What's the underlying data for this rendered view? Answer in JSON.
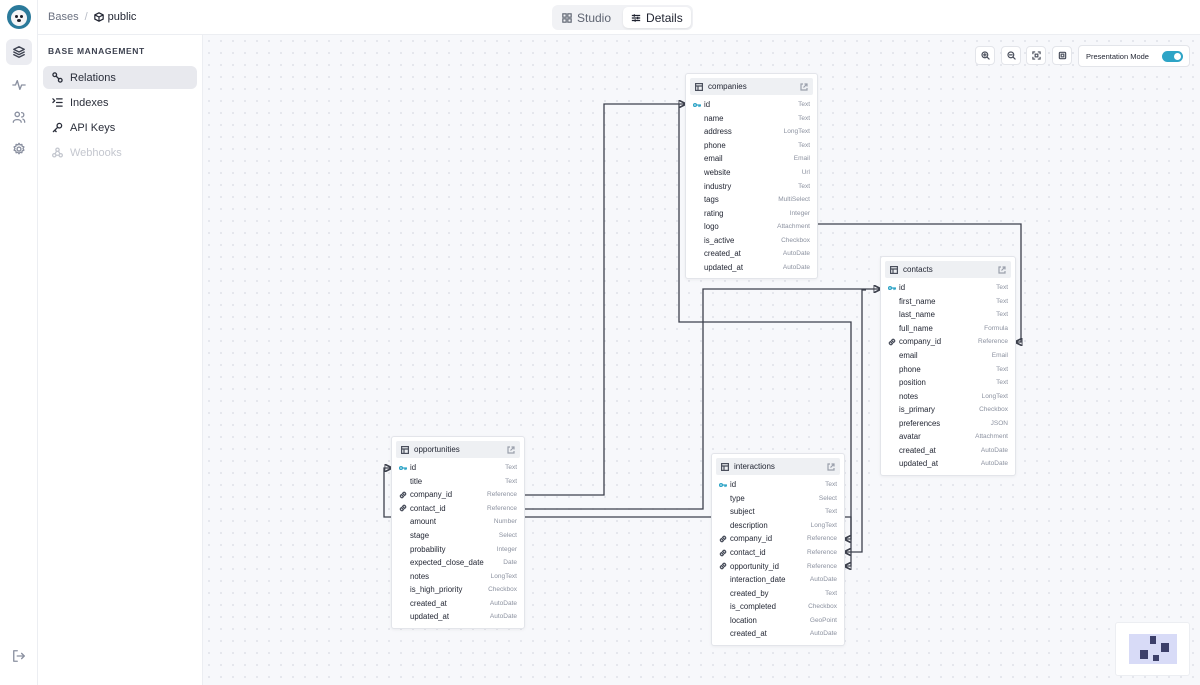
{
  "breadcrumb": {
    "root": "Bases",
    "current": "public"
  },
  "view_toggle": {
    "studio": "Studio",
    "details": "Details",
    "active": "details"
  },
  "sidebar": {
    "section_title": "BASE MANAGEMENT",
    "items": [
      {
        "label": "Relations",
        "icon": "relations-icon",
        "active": true,
        "disabled": false
      },
      {
        "label": "Indexes",
        "icon": "indexes-icon",
        "active": false,
        "disabled": false
      },
      {
        "label": "API Keys",
        "icon": "key-icon",
        "active": false,
        "disabled": false
      },
      {
        "label": "Webhooks",
        "icon": "webhooks-icon",
        "active": false,
        "disabled": true
      }
    ]
  },
  "rail": {
    "items": [
      "layers-icon",
      "activity-icon",
      "users-icon",
      "settings-icon"
    ],
    "bottom": "logout-icon"
  },
  "canvas": {
    "controls": [
      "zoom-in-icon",
      "zoom-out-icon",
      "fit-view-icon",
      "screenshot-icon"
    ],
    "presentation_mode": {
      "label": "Presentation Mode",
      "enabled": true
    }
  },
  "tables": [
    {
      "id": "companies",
      "name": "companies",
      "fields": [
        {
          "name": "id",
          "type": "Text",
          "icon": "key"
        },
        {
          "name": "name",
          "type": "Text"
        },
        {
          "name": "address",
          "type": "LongText"
        },
        {
          "name": "phone",
          "type": "Text"
        },
        {
          "name": "email",
          "type": "Email"
        },
        {
          "name": "website",
          "type": "Url"
        },
        {
          "name": "industry",
          "type": "Text"
        },
        {
          "name": "tags",
          "type": "MultiSelect"
        },
        {
          "name": "rating",
          "type": "Integer"
        },
        {
          "name": "logo",
          "type": "Attachment"
        },
        {
          "name": "is_active",
          "type": "Checkbox"
        },
        {
          "name": "created_at",
          "type": "AutoDate"
        },
        {
          "name": "updated_at",
          "type": "AutoDate"
        }
      ]
    },
    {
      "id": "contacts",
      "name": "contacts",
      "fields": [
        {
          "name": "id",
          "type": "Text",
          "icon": "key"
        },
        {
          "name": "first_name",
          "type": "Text"
        },
        {
          "name": "last_name",
          "type": "Text"
        },
        {
          "name": "full_name",
          "type": "Formula"
        },
        {
          "name": "company_id",
          "type": "Reference",
          "icon": "ref"
        },
        {
          "name": "email",
          "type": "Email"
        },
        {
          "name": "phone",
          "type": "Text"
        },
        {
          "name": "position",
          "type": "Text"
        },
        {
          "name": "notes",
          "type": "LongText"
        },
        {
          "name": "is_primary",
          "type": "Checkbox"
        },
        {
          "name": "preferences",
          "type": "JSON"
        },
        {
          "name": "avatar",
          "type": "Attachment"
        },
        {
          "name": "created_at",
          "type": "AutoDate"
        },
        {
          "name": "updated_at",
          "type": "AutoDate"
        }
      ]
    },
    {
      "id": "opportunities",
      "name": "opportunities",
      "fields": [
        {
          "name": "id",
          "type": "Text",
          "icon": "key"
        },
        {
          "name": "title",
          "type": "Text"
        },
        {
          "name": "company_id",
          "type": "Reference",
          "icon": "ref"
        },
        {
          "name": "contact_id",
          "type": "Reference",
          "icon": "ref"
        },
        {
          "name": "amount",
          "type": "Number"
        },
        {
          "name": "stage",
          "type": "Select"
        },
        {
          "name": "probability",
          "type": "Integer"
        },
        {
          "name": "expected_close_date",
          "type": "Date"
        },
        {
          "name": "notes",
          "type": "LongText"
        },
        {
          "name": "is_high_priority",
          "type": "Checkbox"
        },
        {
          "name": "created_at",
          "type": "AutoDate"
        },
        {
          "name": "updated_at",
          "type": "AutoDate"
        }
      ]
    },
    {
      "id": "interactions",
      "name": "interactions",
      "fields": [
        {
          "name": "id",
          "type": "Text",
          "icon": "key"
        },
        {
          "name": "type",
          "type": "Select"
        },
        {
          "name": "subject",
          "type": "Text"
        },
        {
          "name": "description",
          "type": "LongText"
        },
        {
          "name": "company_id",
          "type": "Reference",
          "icon": "ref"
        },
        {
          "name": "contact_id",
          "type": "Reference",
          "icon": "ref"
        },
        {
          "name": "opportunity_id",
          "type": "Reference",
          "icon": "ref"
        },
        {
          "name": "interaction_date",
          "type": "AutoDate"
        },
        {
          "name": "created_by",
          "type": "Text"
        },
        {
          "name": "is_completed",
          "type": "Checkbox"
        },
        {
          "name": "location",
          "type": "GeoPoint"
        },
        {
          "name": "created_at",
          "type": "AutoDate"
        }
      ]
    }
  ]
}
